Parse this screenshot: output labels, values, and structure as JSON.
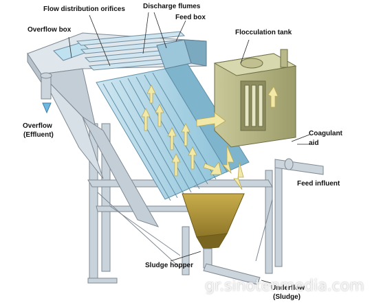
{
  "labels": {
    "flow_distribution_orifices": "Flow distribution orifices",
    "discharge_flumes": "Discharge flumes",
    "feed_box": "Feed box",
    "overflow_box": "Overflow box",
    "flocculation_tank": "Flocculation tank",
    "overflow_effluent_line1": "Overflow",
    "overflow_effluent_line2": "(Effluent)",
    "coagulant_aid_line1": "Coagulant",
    "coagulant_aid_line2": "aid",
    "feed_influent": "Feed influent",
    "sludge_hopper": "Sludge hopper",
    "underflow_line1": "Underflow",
    "underflow_line2": "(Sludge)"
  },
  "watermark": "gr.sinotenmedia.com",
  "colors": {
    "frame": "#c9d3dc",
    "frame_dark": "#8f9aa4",
    "plates": "#a9d2e6",
    "plates_dark": "#7fb4cd",
    "flocculation": "#b9b98a",
    "flocculation_dark": "#8c8c5e",
    "hopper": "#b79b3e",
    "flow_arrow": "#f2e9a8"
  }
}
